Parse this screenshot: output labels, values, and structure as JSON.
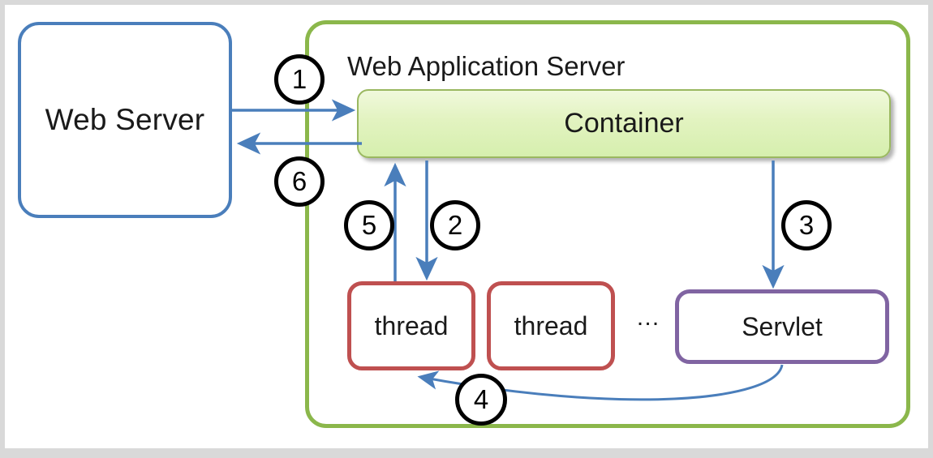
{
  "diagram": {
    "title_text": "Web Application Server",
    "web_server": {
      "label": "Web Server",
      "border_color": "#4a7ebb"
    },
    "was_frame": {
      "label": "Web Application Server",
      "border_color": "#8bb74b"
    },
    "container": {
      "label": "Container",
      "border_color": "#9ab860",
      "fill_color": "#dff2b8"
    },
    "threads": [
      {
        "label": "thread",
        "border_color": "#bf5050"
      },
      {
        "label": "thread",
        "border_color": "#bf5050"
      }
    ],
    "ellipsis": "…",
    "servlet": {
      "label": "Servlet",
      "border_color": "#8064a2"
    },
    "steps": [
      {
        "number": "1",
        "from": "Web Server",
        "to": "Container",
        "direction": "right"
      },
      {
        "number": "2",
        "from": "Container",
        "to": "thread",
        "direction": "down"
      },
      {
        "number": "3",
        "from": "Container",
        "to": "Servlet",
        "direction": "down"
      },
      {
        "number": "4",
        "from": "Servlet",
        "to": "thread",
        "direction": "curve-left"
      },
      {
        "number": "5",
        "from": "thread",
        "to": "Container",
        "direction": "up"
      },
      {
        "number": "6",
        "from": "Container",
        "to": "Web Server",
        "direction": "left"
      }
    ],
    "arrow_color": "#4a7ebb",
    "canvas_background": "#ffffff",
    "page_background": "#d9d9d9"
  }
}
